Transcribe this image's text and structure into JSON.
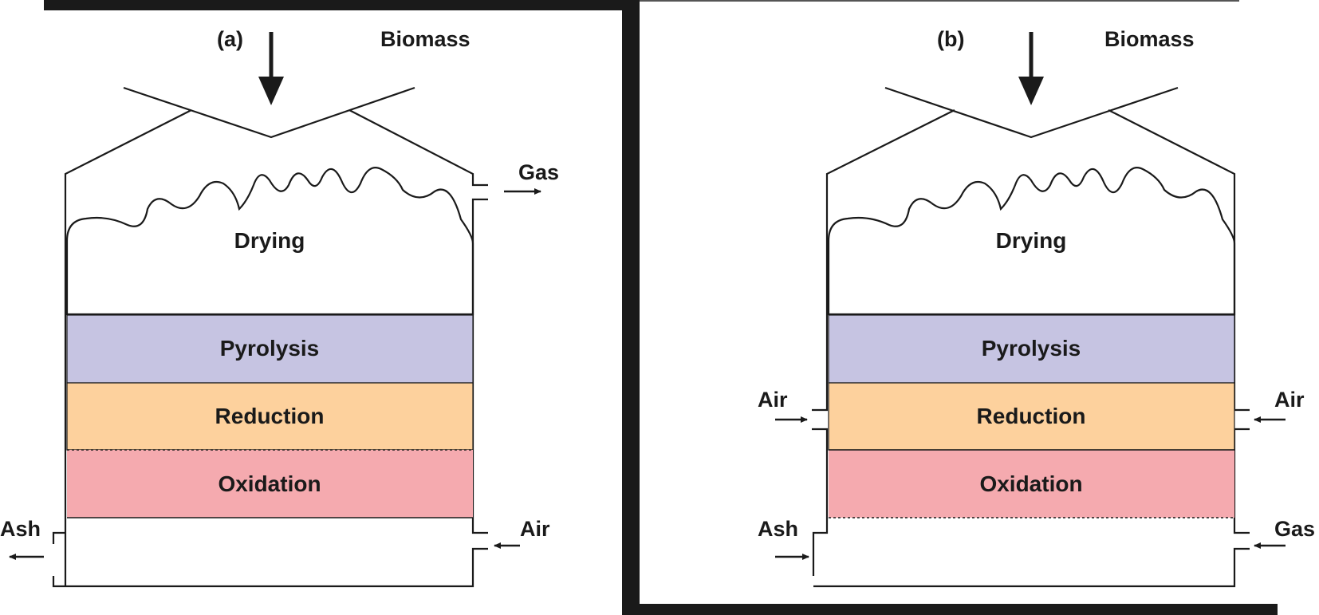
{
  "colors": {
    "drying": "#d4e38b",
    "pyrolysis": "#c6c4e2",
    "reduction": "#fdd19d",
    "oxidation": "#f5aaaf",
    "outline": "#1a1a1a",
    "frame": "#1a1a1a"
  },
  "panels": {
    "a": {
      "label": "(a)",
      "feed": "Biomass",
      "zones": {
        "drying": "Drying",
        "pyrolysis": "Pyrolysis",
        "reduction": "Reduction",
        "oxidation": "Oxidation"
      },
      "gas_out": "Gas",
      "air_in": "Air",
      "ash_out": "Ash"
    },
    "b": {
      "label": "(b)",
      "feed": "Biomass",
      "zones": {
        "drying": "Drying",
        "pyrolysis": "Pyrolysis",
        "reduction": "Reduction",
        "oxidation": "Oxidation"
      },
      "air_in_left": "Air",
      "air_in_right": "Air",
      "ash_out": "Ash",
      "gas_out": "Gas"
    }
  }
}
